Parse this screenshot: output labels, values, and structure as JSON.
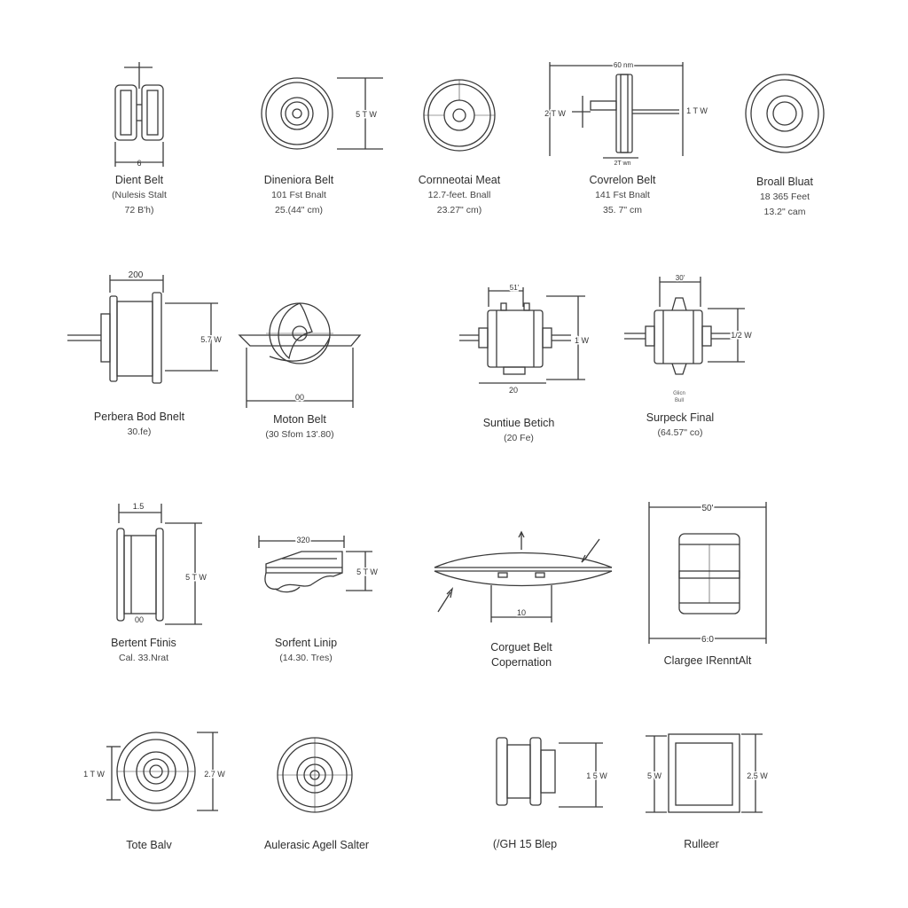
{
  "items": [
    {
      "lines": [
        "Dient Belt",
        "(Nulesis Stalt",
        "72 B'h)"
      ],
      "dims": [
        "6"
      ]
    },
    {
      "lines": [
        "Dineniora Belt",
        "101 Fst Bnalt",
        "25.(44\" cm)"
      ],
      "dims": [
        "5 T W"
      ]
    },
    {
      "lines": [
        "Cornneotai Meat",
        "12.7-feet. Bnall",
        "23.27\" cm)"
      ],
      "dims": []
    },
    {
      "lines": [
        "Covrelon Belt",
        "141 Fst Bnalt",
        "35. 7\" cm"
      ],
      "dims": [
        "60 nm",
        "2 T W",
        "1 T W",
        "2T wn"
      ]
    },
    {
      "lines": [
        "Broall Bluat",
        "18 365 Feet",
        "13.2\" cam"
      ],
      "dims": []
    },
    {
      "lines": [
        "Perbera Bod Bnelt",
        "30.fe)"
      ],
      "dims": [
        "200",
        "5.7 W"
      ]
    },
    {
      "lines": [
        "Moton Belt",
        "(30 Sfom 13'.80)"
      ],
      "dims": [
        "00"
      ]
    },
    {
      "lines": [
        "Suntiue Betich",
        "(20 Fe)"
      ],
      "dims": [
        "51'",
        "1 W",
        "20"
      ]
    },
    {
      "lines": [
        "Surpeck Final",
        "(64.57\" co)"
      ],
      "dims": [
        "30'",
        "1/2 W",
        "Glicn",
        "Bull"
      ]
    },
    {
      "lines": [
        "Bertent Ftinis",
        "Cal. 33.Nrat"
      ],
      "dims": [
        "1.5",
        "5 T W",
        "00"
      ]
    },
    {
      "lines": [
        "Sorfent Linip",
        "(14.30. Tres)"
      ],
      "dims": [
        "320",
        "5 T W"
      ]
    },
    {
      "lines": [
        "Corguet Belt",
        "Copernation"
      ],
      "dims": [
        "10"
      ]
    },
    {
      "lines": [
        "Clargee IRenntAlt"
      ],
      "dims": [
        "50'",
        "6.0"
      ]
    },
    {
      "lines": [
        "Tote Balv"
      ],
      "dims": [
        "1 T W",
        "2.7 W"
      ]
    },
    {
      "lines": [
        "Aulerasic Agell Salter"
      ],
      "dims": []
    },
    {
      "lines": [
        "(/GH 15 Blep"
      ],
      "dims": [
        "1 5 W"
      ]
    },
    {
      "lines": [
        "Rulleer"
      ],
      "dims": [
        "5 W",
        "2.5 W"
      ]
    }
  ]
}
